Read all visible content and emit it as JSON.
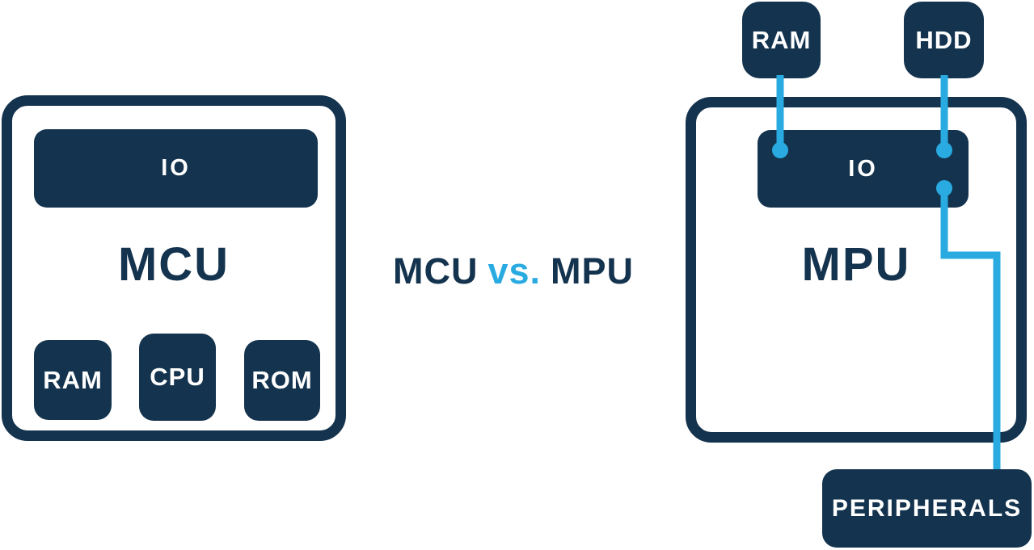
{
  "comparison_title": {
    "left": "MCU",
    "middle": "vs.",
    "right": "MPU"
  },
  "colors": {
    "navy": "#14334E",
    "blue": "#29ABE2",
    "label_text": "#FFFFFF",
    "background": "#FFFFFF"
  },
  "mcu_chip": {
    "title": "MCU",
    "io_label": "IO",
    "internal_components": [
      {
        "label": "RAM"
      },
      {
        "label": "CPU"
      },
      {
        "label": "ROM"
      }
    ]
  },
  "mpu_chip": {
    "title": "MPU",
    "io_label": "IO",
    "external_components": [
      {
        "label": "RAM"
      },
      {
        "label": "HDD"
      },
      {
        "label": "PERIPHERALS"
      }
    ]
  }
}
